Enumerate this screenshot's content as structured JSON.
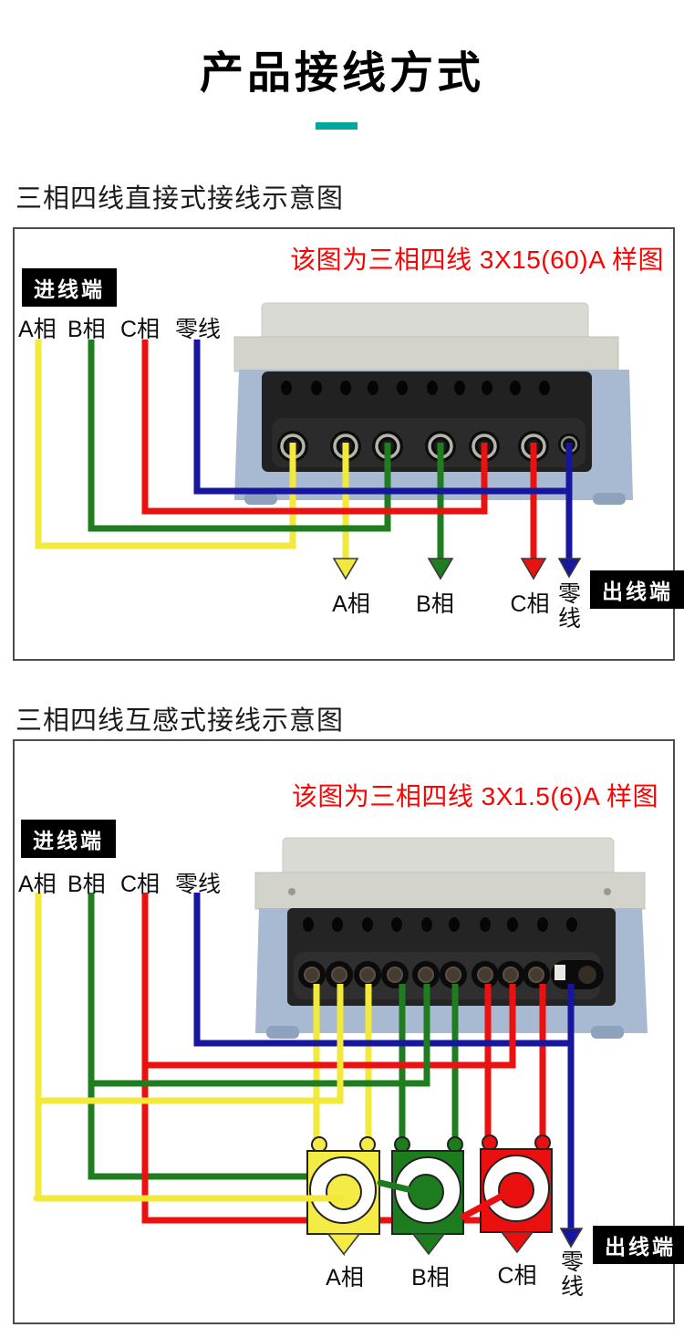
{
  "page": {
    "title": "产品接线方式"
  },
  "colors": {
    "accent_teal": "#00a79b",
    "caption_red": "#fe0202",
    "phase_a_yellow": "#f2e93b",
    "phase_b_green": "#1f7d20",
    "phase_c_red": "#ec1111",
    "neutral_blue": "#17169f"
  },
  "diagram1": {
    "heading": "三相四线直接式接线示意图",
    "caption": "该图为三相四线 3X15(60)A 样图",
    "inlet_badge": "进线端",
    "outlet_badge": "出线端",
    "inputs": [
      "A相",
      "B相",
      "C相",
      "零线"
    ],
    "outputs": [
      "A相",
      "B相",
      "C相",
      "零线"
    ]
  },
  "diagram2": {
    "heading": "三相四线互感式接线示意图",
    "caption": "该图为三相四线 3X1.5(6)A 样图",
    "inlet_badge": "进线端",
    "outlet_badge": "出线端",
    "inputs": [
      "A相",
      "B相",
      "C相",
      "零线"
    ],
    "outputs": [
      "A相",
      "B相",
      "C相",
      "零线"
    ]
  }
}
